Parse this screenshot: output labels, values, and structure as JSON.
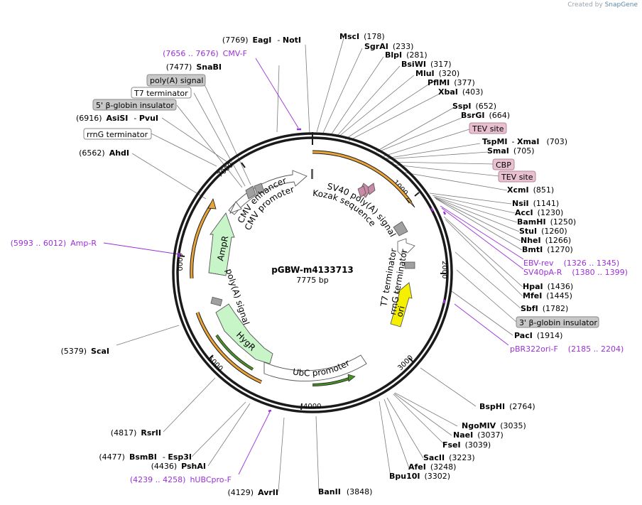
{
  "credit": {
    "prefix": "Created by",
    "brand": "SnapGene"
  },
  "plasmid": {
    "name": "pGBW-m4133713",
    "length_label": "7775 bp",
    "length": 7775
  },
  "ruler_ticks": [
    "1000",
    "2000",
    "3000",
    "4000",
    "5000",
    "6000",
    "7000"
  ],
  "enzymes_right": [
    {
      "id": "mscI",
      "name": "MscI",
      "pos": "(178)"
    },
    {
      "id": "sgrai",
      "name": "SgrAI",
      "pos": "(233)"
    },
    {
      "id": "blpi",
      "name": "BlpI",
      "pos": "(281)"
    },
    {
      "id": "bsiwi",
      "name": "BsiWI",
      "pos": "(317)"
    },
    {
      "id": "mlui",
      "name": "MluI",
      "pos": "(320)"
    },
    {
      "id": "pflmi",
      "name": "PflMI",
      "pos": "(377)"
    },
    {
      "id": "xbai",
      "name": "XbaI",
      "pos": "(403)"
    },
    {
      "id": "sspi",
      "name": "SspI",
      "pos": "(652)"
    },
    {
      "id": "bsrgi",
      "name": "BsrGI",
      "pos": "(664)"
    },
    {
      "id": "tspmi",
      "name": "TspMI",
      "extra": "XmaI",
      "pos": "(703)"
    },
    {
      "id": "smai",
      "name": "SmaI",
      "pos": "(705)"
    },
    {
      "id": "xcmi",
      "name": "XcmI",
      "pos": "(851)"
    },
    {
      "id": "nsii",
      "name": "NsiI",
      "pos": "(1141)"
    },
    {
      "id": "acci",
      "name": "AccI",
      "pos": "(1230)"
    },
    {
      "id": "bamhi",
      "name": "BamHI",
      "pos": "(1250)"
    },
    {
      "id": "stui",
      "name": "StuI",
      "pos": "(1260)"
    },
    {
      "id": "nhei",
      "name": "NheI",
      "pos": "(1266)"
    },
    {
      "id": "bmti",
      "name": "BmtI",
      "pos": "(1270)"
    },
    {
      "id": "hpai",
      "name": "HpaI",
      "pos": "(1436)"
    },
    {
      "id": "mfei",
      "name": "MfeI",
      "pos": "(1445)"
    },
    {
      "id": "sbfi",
      "name": "SbfI",
      "pos": "(1782)"
    },
    {
      "id": "paci",
      "name": "PacI",
      "pos": "(1914)"
    },
    {
      "id": "bsphi",
      "name": "BspHI",
      "pos": "(2764)"
    },
    {
      "id": "ngomiv",
      "name": "NgoMIV",
      "pos": "(3035)"
    },
    {
      "id": "naei",
      "name": "NaeI",
      "pos": "(3037)"
    },
    {
      "id": "fsei",
      "name": "FseI",
      "pos": "(3039)"
    },
    {
      "id": "sacii",
      "name": "SacII",
      "pos": "(3223)"
    },
    {
      "id": "afei",
      "name": "AfeI",
      "pos": "(3248)"
    },
    {
      "id": "bpu10i",
      "name": "Bpu10I",
      "pos": "(3302)"
    },
    {
      "id": "banii",
      "name": "BanII",
      "pos": "(3848)"
    }
  ],
  "enzymes_left": [
    {
      "id": "eagi",
      "name": "EagI",
      "extra": "NotI",
      "pos": "(7769)"
    },
    {
      "id": "snabi",
      "name": "SnaBI",
      "pos": "(7477)"
    },
    {
      "id": "asisi",
      "name": "AsiSI",
      "extra": "PvuI",
      "pos": "(6916)"
    },
    {
      "id": "ahdi",
      "name": "AhdI",
      "pos": "(6562)"
    },
    {
      "id": "scai",
      "name": "ScaI",
      "pos": "(5379)"
    },
    {
      "id": "rsrii",
      "name": "RsrII",
      "pos": "(4817)"
    },
    {
      "id": "bsmbi",
      "name": "BsmBI",
      "extra": "Esp3I",
      "pos": "(4477)"
    },
    {
      "id": "pshai",
      "name": "PshAI",
      "pos": "(4436)"
    },
    {
      "id": "avrii",
      "name": "AvrII",
      "pos": "(4129)"
    }
  ],
  "primers": [
    {
      "id": "cmvf",
      "range": "(7656 .. 7676)",
      "name": "CMV-F"
    },
    {
      "id": "ampr",
      "range": "(5993 .. 6012)",
      "name": "Amp-R"
    },
    {
      "id": "hubc",
      "range": "(4239 .. 4258)",
      "name": "hUBCpro-F"
    },
    {
      "id": "ebvrev",
      "range": "(1326 .. 1345)",
      "name": "EBV-rev"
    },
    {
      "id": "sv40pa",
      "range": "(1380 .. 1399)",
      "name": "SV40pA-R"
    },
    {
      "id": "pbr322",
      "range": "(2185 .. 2204)",
      "name": "pBR322ori-F"
    }
  ],
  "boxed_features": [
    {
      "id": "polya",
      "label": "poly(A) signal",
      "style": "grey"
    },
    {
      "id": "t7term",
      "label": "T7 terminator",
      "style": "white"
    },
    {
      "id": "bglobin5",
      "label": "5' β-globin insulator",
      "style": "grey"
    },
    {
      "id": "rrngterm",
      "label": "rrnG terminator",
      "style": "white"
    },
    {
      "id": "tev1",
      "label": "TEV site",
      "style": "pink"
    },
    {
      "id": "cbp",
      "label": "CBP",
      "style": "pink"
    },
    {
      "id": "tev2",
      "label": "TEV site",
      "style": "pink"
    },
    {
      "id": "bglobin3",
      "label": "3' β-globin insulator",
      "style": "grey"
    }
  ],
  "inner_features": {
    "cmv_enhancer": "CMV enhancer",
    "cmv_promoter": "CMV promoter",
    "kozak": "Kozak sequence",
    "sv40": "SV40 poly(A) signal",
    "t7": "T7 terminator",
    "rrng": "rrnG terminator",
    "ori": "ori",
    "ampr": "AmpR",
    "polya": "poly(A) signal",
    "hygr": "HygR",
    "ubc": "UbC promoter"
  },
  "colors": {
    "backbone": "#1a1a1a",
    "orf_orange": "#e8a33b",
    "orf_green": "#4a8f2a",
    "ori_yellow": "#f5f000",
    "marker_green": "#c8f5c8",
    "feature_grey": "#a0a0a0",
    "feature_pink": "#e8c0d0",
    "primer_purple": "#9b30d9"
  }
}
